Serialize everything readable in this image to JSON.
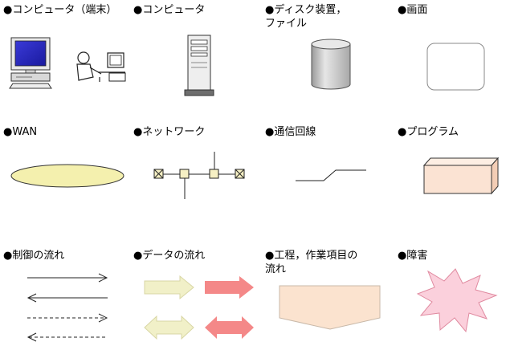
{
  "legend": {
    "bullet": "●",
    "items": {
      "computer_terminal": "コンピュータ（端末）",
      "computer": "コンピュータ",
      "disk_file": "ディスク装置，\nファイル",
      "screen": "画面",
      "wan": "WAN",
      "network": "ネットワーク",
      "comm_line": "通信回線",
      "program": "プログラム",
      "control_flow": "制御の流れ",
      "data_flow": "データの流れ",
      "process_flow": "工程，作業項目の\n流れ",
      "fault": "障害"
    }
  },
  "colors": {
    "wan_fill": "#f4f0ae",
    "network_node": "#f6f0c4",
    "program_fill": "#fbe3d3",
    "data_arrow_light": "#f1f0c8",
    "data_arrow_red": "#f48888",
    "process_fill": "#fbe3cf",
    "fault_fill": "#fbd0dc",
    "monitor_blue": "#2727c6",
    "disk_gray": "#cfcfcf"
  },
  "icons": [
    "computer-terminal-icon",
    "computer-tower-icon",
    "disk-icon",
    "screen-icon",
    "wan-icon",
    "network-icon",
    "comm-line-icon",
    "program-icon",
    "control-flow-arrows",
    "data-flow-arrows",
    "process-flow-shape",
    "fault-burst-icon"
  ]
}
